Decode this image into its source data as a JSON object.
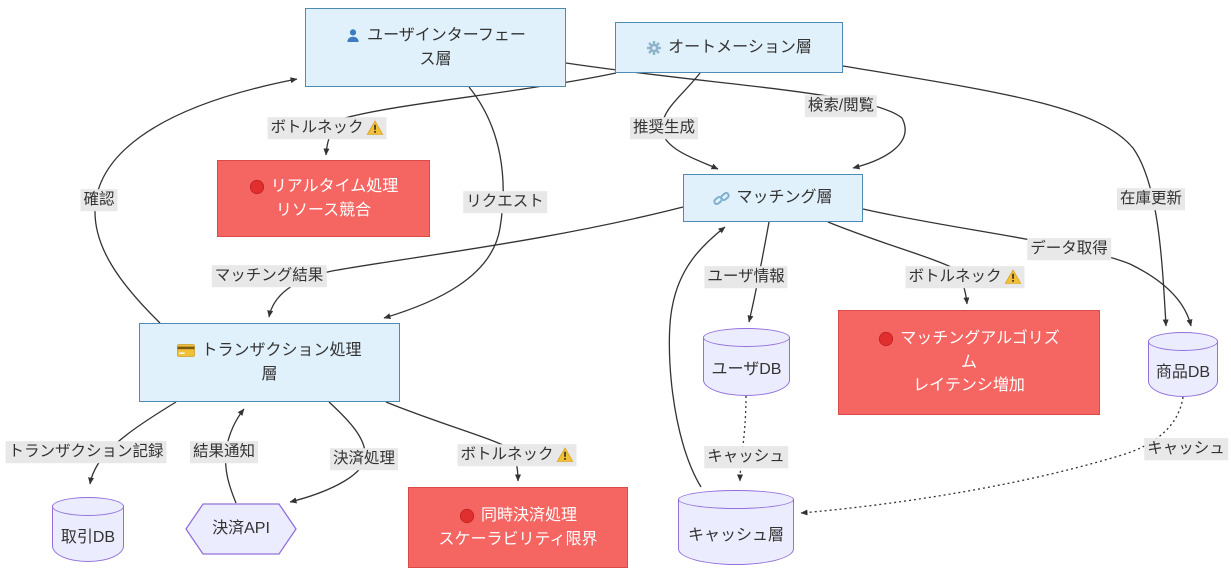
{
  "diagram": {
    "title": "system-architecture-flowchart",
    "nodes": {
      "ui_layer": {
        "label": "ユーザインターフェー\nス層",
        "icon": "user-icon"
      },
      "automation_layer": {
        "label": "オートメーション層",
        "icon": "gear-icon"
      },
      "matching_layer": {
        "label": "マッチング層",
        "icon": "link-icon"
      },
      "transaction_layer": {
        "label": "トランザクション処理\n層",
        "icon": "credit-card-icon"
      },
      "realtime_bottleneck": {
        "label": "リアルタイム処理\nリソース競合",
        "icon": "red-circle-icon"
      },
      "matching_bottleneck": {
        "label": "マッチングアルゴリズ\nム\nレイテンシ増加",
        "icon": "red-circle-icon"
      },
      "payment_bottleneck": {
        "label": "同時決済処理\nスケーラビリティ限界",
        "icon": "red-circle-icon"
      },
      "user_db": {
        "label": "ユーザDB"
      },
      "item_db": {
        "label": "商品DB"
      },
      "transaction_db": {
        "label": "取引DB"
      },
      "cache_layer": {
        "label": "キャッシュ層"
      },
      "payment_api": {
        "label": "決済API"
      }
    },
    "edge_labels": {
      "bottleneck_realtime": {
        "text": "ボトルネック",
        "icon": "warning-icon"
      },
      "confirm": {
        "text": "確認"
      },
      "request": {
        "text": "リクエスト"
      },
      "recommend": {
        "text": "推奨生成"
      },
      "search_browse": {
        "text": "検索/閲覧"
      },
      "inventory_update": {
        "text": "在庫更新"
      },
      "matching_result": {
        "text": "マッチング結果"
      },
      "user_info": {
        "text": "ユーザ情報"
      },
      "bottleneck_matching": {
        "text": "ボトルネック",
        "icon": "warning-icon"
      },
      "data_fetch": {
        "text": "データ取得"
      },
      "transaction_record": {
        "text": "トランザクション記録"
      },
      "result_notify": {
        "text": "結果通知"
      },
      "payment_process": {
        "text": "決済処理"
      },
      "bottleneck_payment": {
        "text": "ボトルネック",
        "icon": "warning-icon"
      },
      "cache_user": {
        "text": "キャッシュ"
      },
      "cache_item": {
        "text": "キャッシュ"
      }
    },
    "colors": {
      "layer_fill": "#e1f1fb",
      "layer_border": "#4d8bb5",
      "alert_fill": "#f56562",
      "alert_border": "#d94a48",
      "alert_text": "#ffffff",
      "db_fill": "#ececff",
      "db_border": "#9370db",
      "edge": "#333333",
      "label_bg": "#e8e8e8",
      "text": "#333333"
    }
  }
}
